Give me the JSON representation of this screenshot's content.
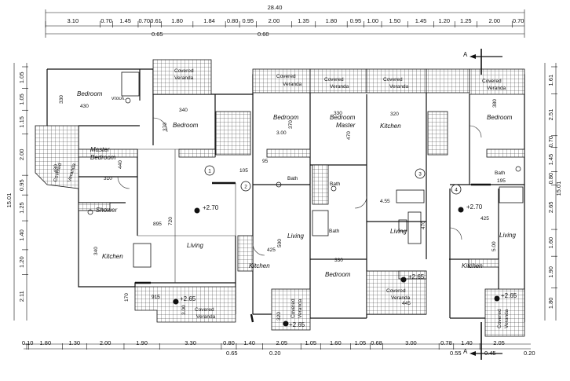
{
  "dimensions": {
    "overall_top": "28.40",
    "top_chain": [
      "3.10",
      "0.70",
      "1.45",
      "0.70",
      "0.61",
      "1.80",
      "1.84",
      "0.80",
      "0.95",
      "2.00",
      "1.35",
      "1.80",
      "0.95",
      "1.00",
      "1.50",
      "1.45",
      "1.20",
      "1.25",
      "2.00",
      "0.70"
    ],
    "top_sub": [
      "0.65",
      "0.60"
    ],
    "bottom_chain": [
      "0.10",
      "1.80",
      "1.30",
      "2.00",
      "1.90",
      "3.30",
      "0.80",
      "1.40",
      "2.05",
      "1.05",
      "1.60",
      "1.05",
      "0.68",
      "3.00",
      "0.78",
      "1.40",
      "2.05"
    ],
    "bottom_sub": [
      "0.65",
      "0.20",
      "0.55",
      "0.45",
      "0.20"
    ],
    "left_overall": "15.01",
    "left_chain": [
      "1.05",
      "1.05",
      "1.15",
      "2.00",
      "0.95",
      "1.25",
      "1.40",
      "1.20",
      "2.11"
    ],
    "right_overall": "15.01",
    "right_chain": [
      "1.61",
      "2.51",
      "0.70",
      "1.45",
      "0.80",
      "2.65",
      "1.60",
      "1.90",
      "1.80"
    ]
  },
  "rooms": {
    "bedroom_nw": "Bedroom",
    "wardrobe": "ντουλ.",
    "bedroom_n2": "Bedroom",
    "covered_veranda_n1_a": "Covered",
    "covered_veranda_n1_b": "Veranda",
    "covered_veranda_n2_a": "Covered",
    "covered_veranda_n2_b": "Veranda",
    "covered_veranda_n3_a": "Covered",
    "covered_veranda_n3_b": "Veranda",
    "covered_veranda_n4_a": "Covered",
    "covered_veranda_n4_b": "Veranda",
    "covered_veranda_n5_a": "Covered",
    "covered_veranda_n5_b": "Veranda",
    "bedroom_mid": "Bedroom",
    "bedroom_master_a": "Bedroom",
    "bedroom_master_b": "Master",
    "kitchen_ne": "Kitchen",
    "bedroom_ne": "Bedroom",
    "master_bedroom_a": "Master",
    "master_bedroom_b": "Bedroom",
    "covered_veranda_w_a": "Covered",
    "covered_veranda_w_b": "Veranda",
    "shower": "Shower",
    "kitchen_w": "Kitchen",
    "living_w": "Living",
    "living_mid": "Living",
    "kitchen_mid": "Kitchen",
    "bath_1": "Bath",
    "bath_2": "Bath",
    "bath_3": "Bath",
    "bath_4": "Bath",
    "living_e": "Living",
    "living_far_e": "Living",
    "kitchen_e": "Kitchen",
    "bedroom_s": "Bedroom",
    "covered_veranda_s_a": "Covered",
    "covered_veranda_s_b": "Veranda",
    "covered_veranda_sw_a": "Covered",
    "covered_veranda_sw_b": "Veranda",
    "covered_veranda_sm_a": "Covered",
    "covered_veranda_sm_b": "Veranda",
    "covered_veranda_se_a": "Covered",
    "covered_veranda_se_b": "Veranda"
  },
  "room_dims": {
    "d330a": "330",
    "d430": "430",
    "d340": "340",
    "d370": "370",
    "d300": "3.00",
    "d330b": "330",
    "d470": "470",
    "d320a": "320",
    "d380": "380",
    "d370b": "370",
    "d310": "310",
    "d440": "440",
    "d105": "105",
    "d95": "95",
    "d895": "895",
    "d720": "720",
    "d425a": "425",
    "d500": "500",
    "d455": "4.55",
    "d470b": "470",
    "d425b": "425",
    "d500b": "5.00",
    "d340b": "340",
    "d330c": "330",
    "d445": "445",
    "d915": "915",
    "d300b": "3.00",
    "d320b": "320",
    "d430b": "430",
    "d195": "195",
    "d170": "170"
  },
  "levels": {
    "lvl1": "+2.70",
    "lvl2": "+2.70",
    "lvl3": "+2.65",
    "lvl4": "+2.65",
    "lvl5": "+2.65",
    "lvl6": "+2.65"
  },
  "stairs": {
    "n1": "1",
    "n2": "2",
    "n3": "3",
    "n4": "4"
  },
  "section": {
    "top": "A",
    "bottom": "A"
  }
}
